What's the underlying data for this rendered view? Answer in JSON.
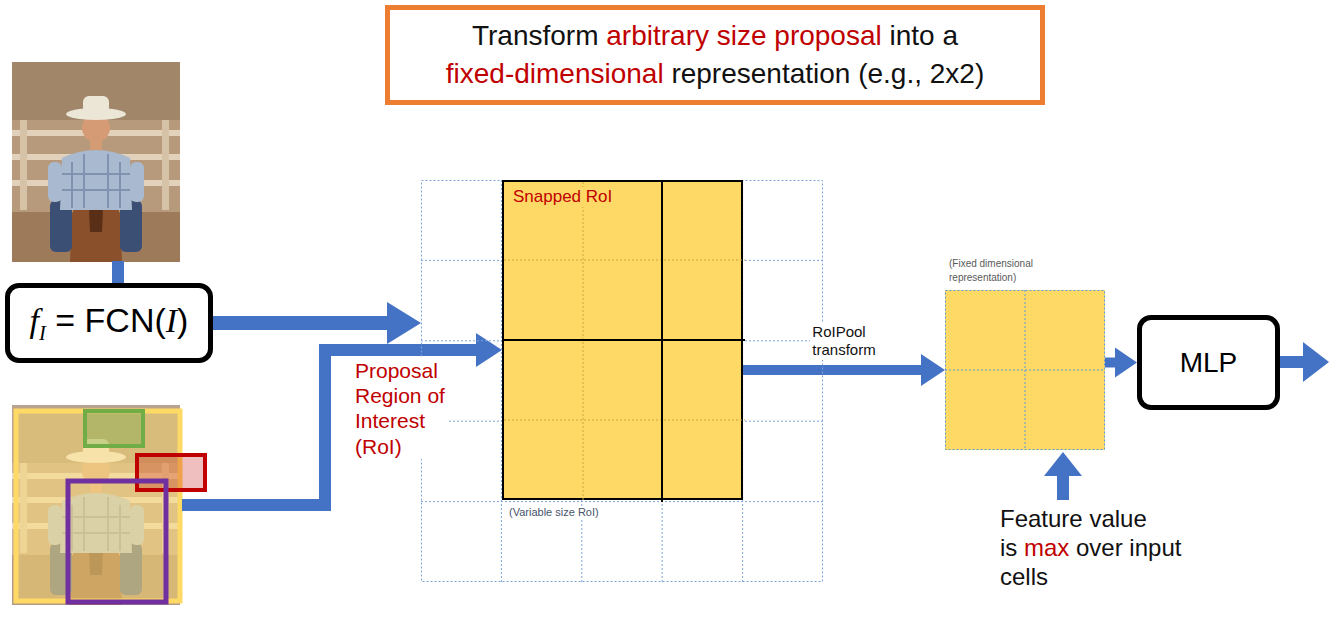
{
  "diagram": {
    "title": "Transform arbitrary size proposal into a fixed-dimensional representation (e.g., 2x2)",
    "nodes": [
      {
        "text": [
          "fI = FCN(I)"
        ]
      },
      {
        "text": [
          "(Variable size RoI)"
        ]
      },
      {
        "text": [
          "Snapped RoI"
        ],
        "in": 1
      },
      {
        "text": [
          "(Fixed dimensional representation)"
        ]
      },
      {
        "text": [
          "MLP"
        ]
      }
    ],
    "edges": [
      {
        "from": 0,
        "to": 1,
        "arrow": "to"
      },
      {
        "from": 2,
        "to": 3,
        "label": "RoIPool transform",
        "arrow": "to"
      },
      {
        "from": 3,
        "to": 4,
        "arrow": "to"
      }
    ],
    "labels": [
      "Proposal Region of Interest (RoI)",
      "Feature value is max over input cells"
    ]
  }
}
